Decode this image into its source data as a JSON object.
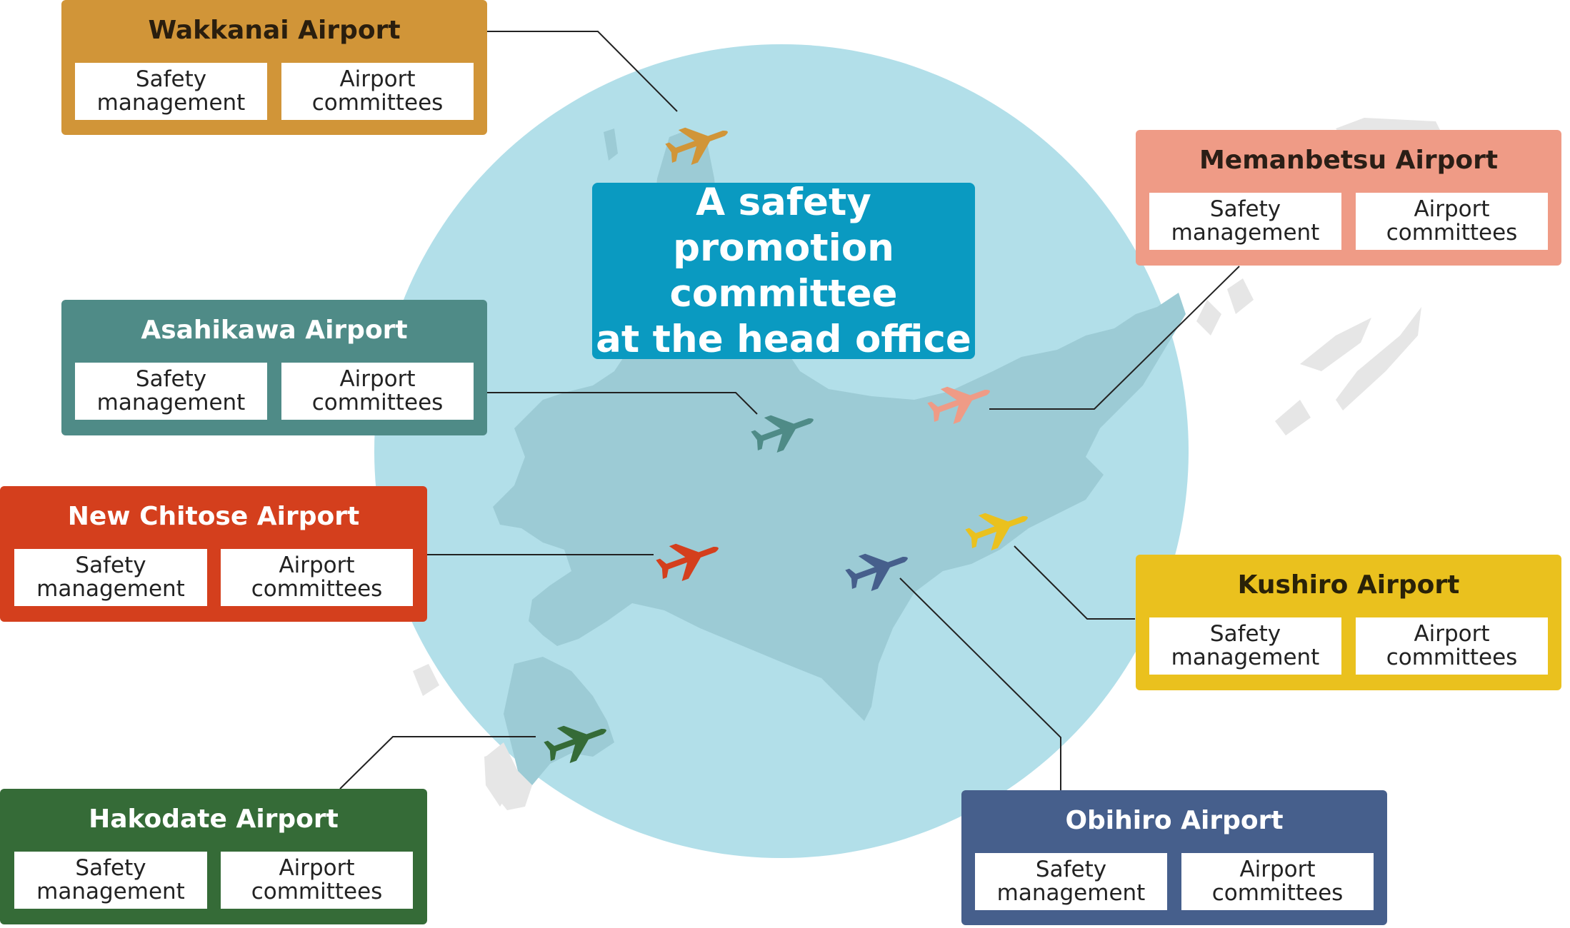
{
  "center": {
    "lines": [
      "A safety promotion",
      "committee",
      "at the head office"
    ],
    "color": "#0a9ac1"
  },
  "chip_labels": {
    "safety": [
      "Safety",
      "management"
    ],
    "committees": [
      "Airport",
      "committees"
    ]
  },
  "airports": [
    {
      "key": "wakkanai",
      "name": "Wakkanai Airport",
      "color": "#d19538",
      "title_color": "#2a1e0e"
    },
    {
      "key": "memanbetsu",
      "name": "Memanbetsu Airport",
      "color": "#ef9b86",
      "title_color": "#2a1e16"
    },
    {
      "key": "asahikawa",
      "name": "Asahikawa Airport",
      "color": "#4f8b87",
      "title_color": "#ffffff"
    },
    {
      "key": "newchitose",
      "name": "New Chitose Airport",
      "color": "#d43f1d",
      "title_color": "#ffffff"
    },
    {
      "key": "kushiro",
      "name": "Kushiro Airport",
      "color": "#eac11e",
      "title_color": "#2a2208"
    },
    {
      "key": "hakodate",
      "name": "Hakodate Airport",
      "color": "#356b37",
      "title_color": "#ffffff"
    },
    {
      "key": "obihiro",
      "name": "Obihiro Airport",
      "color": "#465f8c",
      "title_color": "#ffffff"
    }
  ],
  "map_colors": {
    "circle": "#b2dfe9",
    "land": "#9ccbd5",
    "land_outside": "#e6e6e6"
  },
  "icons": {
    "plane": "airplane-icon"
  }
}
